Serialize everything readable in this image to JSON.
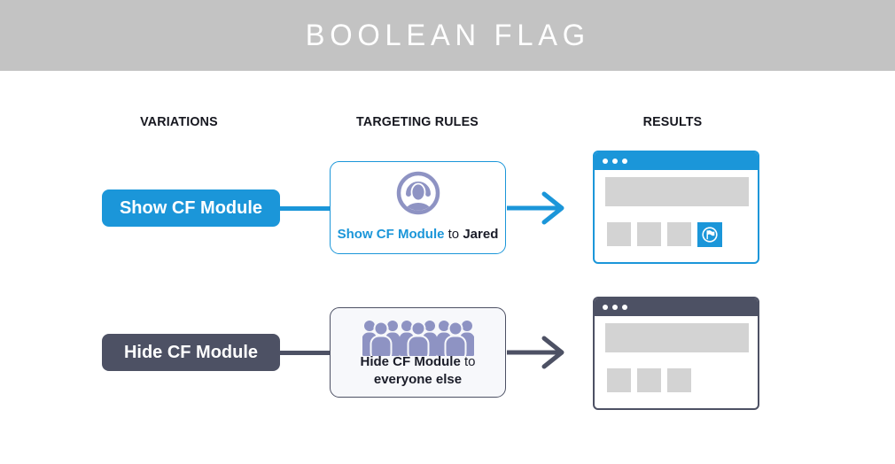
{
  "header": {
    "title": "BOOLEAN FLAG"
  },
  "columns": [
    {
      "label": "VARIATIONS"
    },
    {
      "label": "TARGETING RULES"
    },
    {
      "label": "RESULTS"
    }
  ],
  "rows": [
    {
      "variation": {
        "label": "Show CF Module"
      },
      "rule": {
        "icon": "user-circle-icon",
        "flag_label": "Show CF Module",
        "connector": "to",
        "target": "Jared"
      },
      "result": {
        "window_style": "blue",
        "placeholder_blocks": 3,
        "shows_cf_module": true,
        "module_icon": "flag-badge-icon"
      }
    },
    {
      "variation": {
        "label": "Hide CF Module"
      },
      "rule": {
        "icon": "crowd-icon",
        "flag_label": "Hide CF Module",
        "connector": "to",
        "target": "everyone else"
      },
      "result": {
        "window_style": "dark",
        "placeholder_blocks": 3,
        "shows_cf_module": false
      }
    }
  ],
  "colors": {
    "blue": "#1b96d9",
    "dark_slate": "#4d5164",
    "periwinkle": "#8e93c3",
    "placeholder_gray": "#d3d3d3",
    "header_gray": "#c3c3c3",
    "card_light_bg": "#f7f8fb"
  }
}
